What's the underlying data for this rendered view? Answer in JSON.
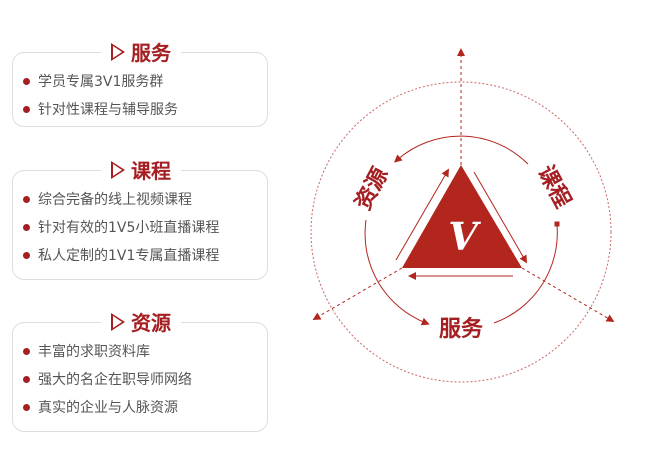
{
  "cards": [
    {
      "title": "服务",
      "items": [
        "学员专属3V1服务群",
        "针对性课程与辅导服务"
      ]
    },
    {
      "title": "课程",
      "items": [
        "综合完备的线上视频课程",
        "针对有效的1V5小班直播课程",
        "私人定制的1V1专属直播课程"
      ]
    },
    {
      "title": "资源",
      "items": [
        "丰富的求职资料库",
        "强大的名企在职导师网络",
        "真实的企业与人脉资源"
      ]
    }
  ],
  "diagram": {
    "center": "V",
    "labels": {
      "top_left": "资源",
      "top_right": "课程",
      "bottom": "服务"
    }
  },
  "colors": {
    "accent": "#a51e22",
    "triangle": "#b3261e"
  }
}
